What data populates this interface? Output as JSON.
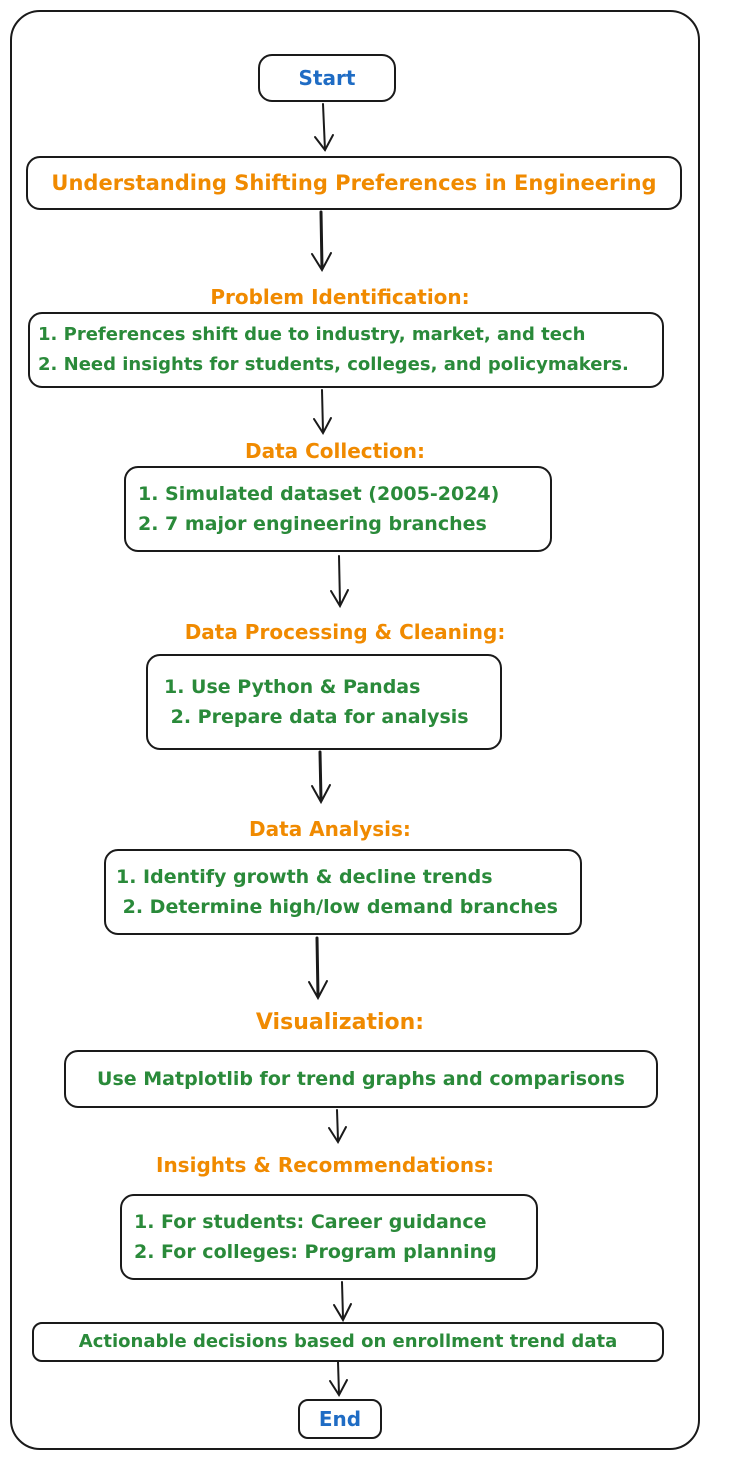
{
  "start_label": "Start",
  "end_label": "End",
  "title": "Understanding Shifting Preferences in Engineering",
  "steps": [
    {
      "heading": "Problem Identification:",
      "lines": [
        "1. Preferences shift due to industry, market, and tech",
        "2. Need insights for students, colleges, and policymakers."
      ]
    },
    {
      "heading": "Data Collection:",
      "lines": [
        "1. Simulated dataset (2005-2024)",
        "2. 7 major engineering branches"
      ]
    },
    {
      "heading": "Data Processing & Cleaning:",
      "lines": [
        "1. Use Python & Pandas",
        " 2. Prepare data for analysis"
      ]
    },
    {
      "heading": "Data Analysis:",
      "lines": [
        "1. Identify growth & decline trends",
        " 2. Determine high/low demand branches"
      ]
    },
    {
      "heading": "Visualization:",
      "lines": [
        "Use Matplotlib for trend graphs and comparisons"
      ]
    },
    {
      "heading": "Insights & Recommendations:",
      "lines": [
        "1. For students: Career guidance",
        "2. For colleges: Program planning"
      ]
    }
  ],
  "final_box": "Actionable decisions based on enrollment trend data",
  "colors": {
    "start_end_text": "#1f6cc4",
    "heading_text": "#f08a00",
    "body_text": "#2a8a3a",
    "stroke": "#1a1a1a"
  }
}
